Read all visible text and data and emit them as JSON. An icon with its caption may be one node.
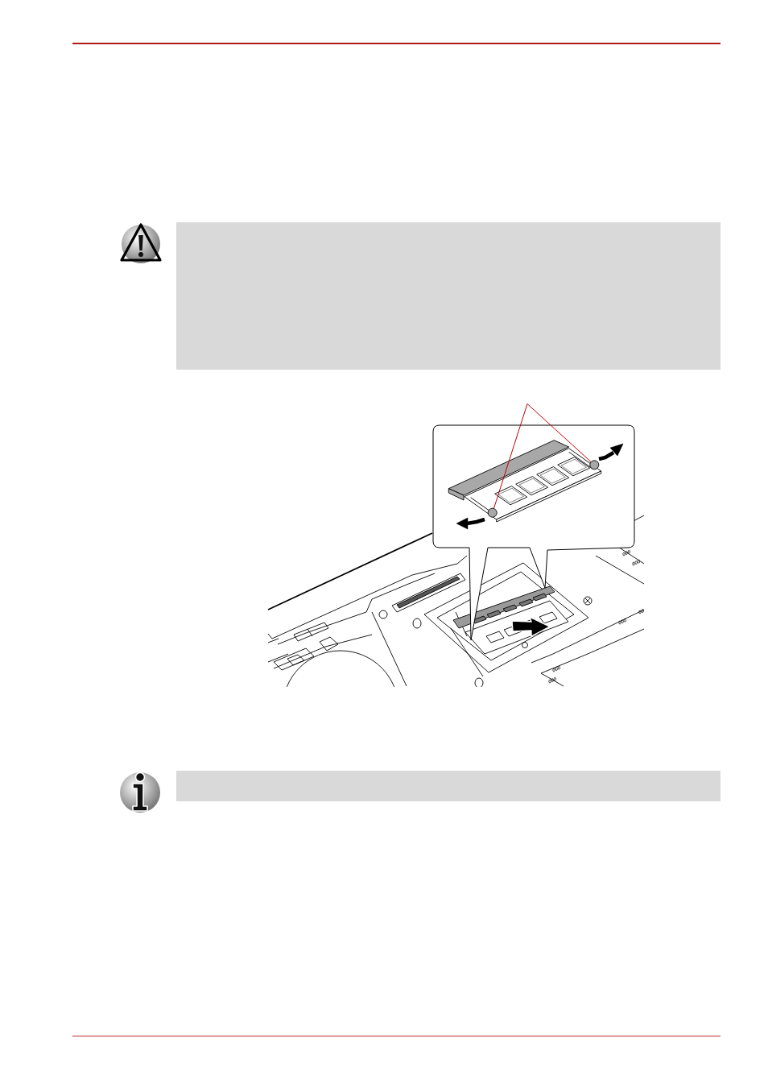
{
  "diagram": {
    "nodes": [
      {
        "text": [],
        "shape": "circle"
      },
      {
        "text": [],
        "shape": "circle"
      }
    ],
    "edges": [
      {
        "from": null,
        "to": 0,
        "arrow": "none"
      },
      {
        "from": null,
        "to": 1,
        "arrow": "none"
      }
    ]
  }
}
